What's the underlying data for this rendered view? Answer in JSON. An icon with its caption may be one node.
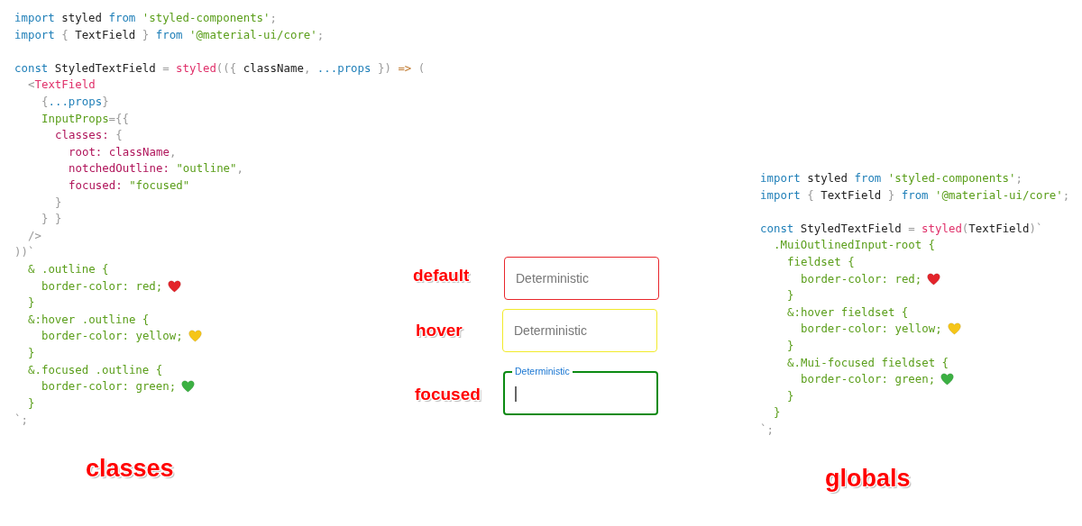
{
  "diagram": {
    "nodes": [
      {
        "text": [
          "Deterministic"
        ]
      },
      {
        "text": [
          "Deterministic"
        ]
      },
      {
        "text": [
          "Deterministic"
        ]
      }
    ],
    "labels": [
      "import styled from 'styled-components';",
      "import { TextField } from '@material-ui/core';",
      "const StyledTextField = styled(({ className, ...props }) => (",
      "<TextField",
      "{...props}",
      "InputProps={{",
      "classes: {",
      "root: className,",
      "notchedOutline: \"outline\",",
      "focused: \"focused\"",
      "}",
      "} }",
      "/>",
      "))`",
      "& .outline {",
      "border-color: red;",
      "}",
      "&:hover .outline {",
      "border-color: yellow;",
      "}",
      "&.focused .outline {",
      "border-color: green;",
      "}",
      "`;",
      "import styled from 'styled-components';",
      "import { TextField } from '@material-ui/core';",
      "const StyledTextField = styled(TextField)`",
      ".MuiOutlinedInput-root {",
      "fieldset {",
      "border-color: red;",
      "}",
      "&:hover fieldset {",
      "border-color: yellow;",
      "}",
      "&.Mui-focused fieldset {",
      "border-color: green;",
      "}",
      "}",
      "`;",
      "default",
      "hover",
      "focused",
      "classes",
      "globals"
    ]
  }
}
